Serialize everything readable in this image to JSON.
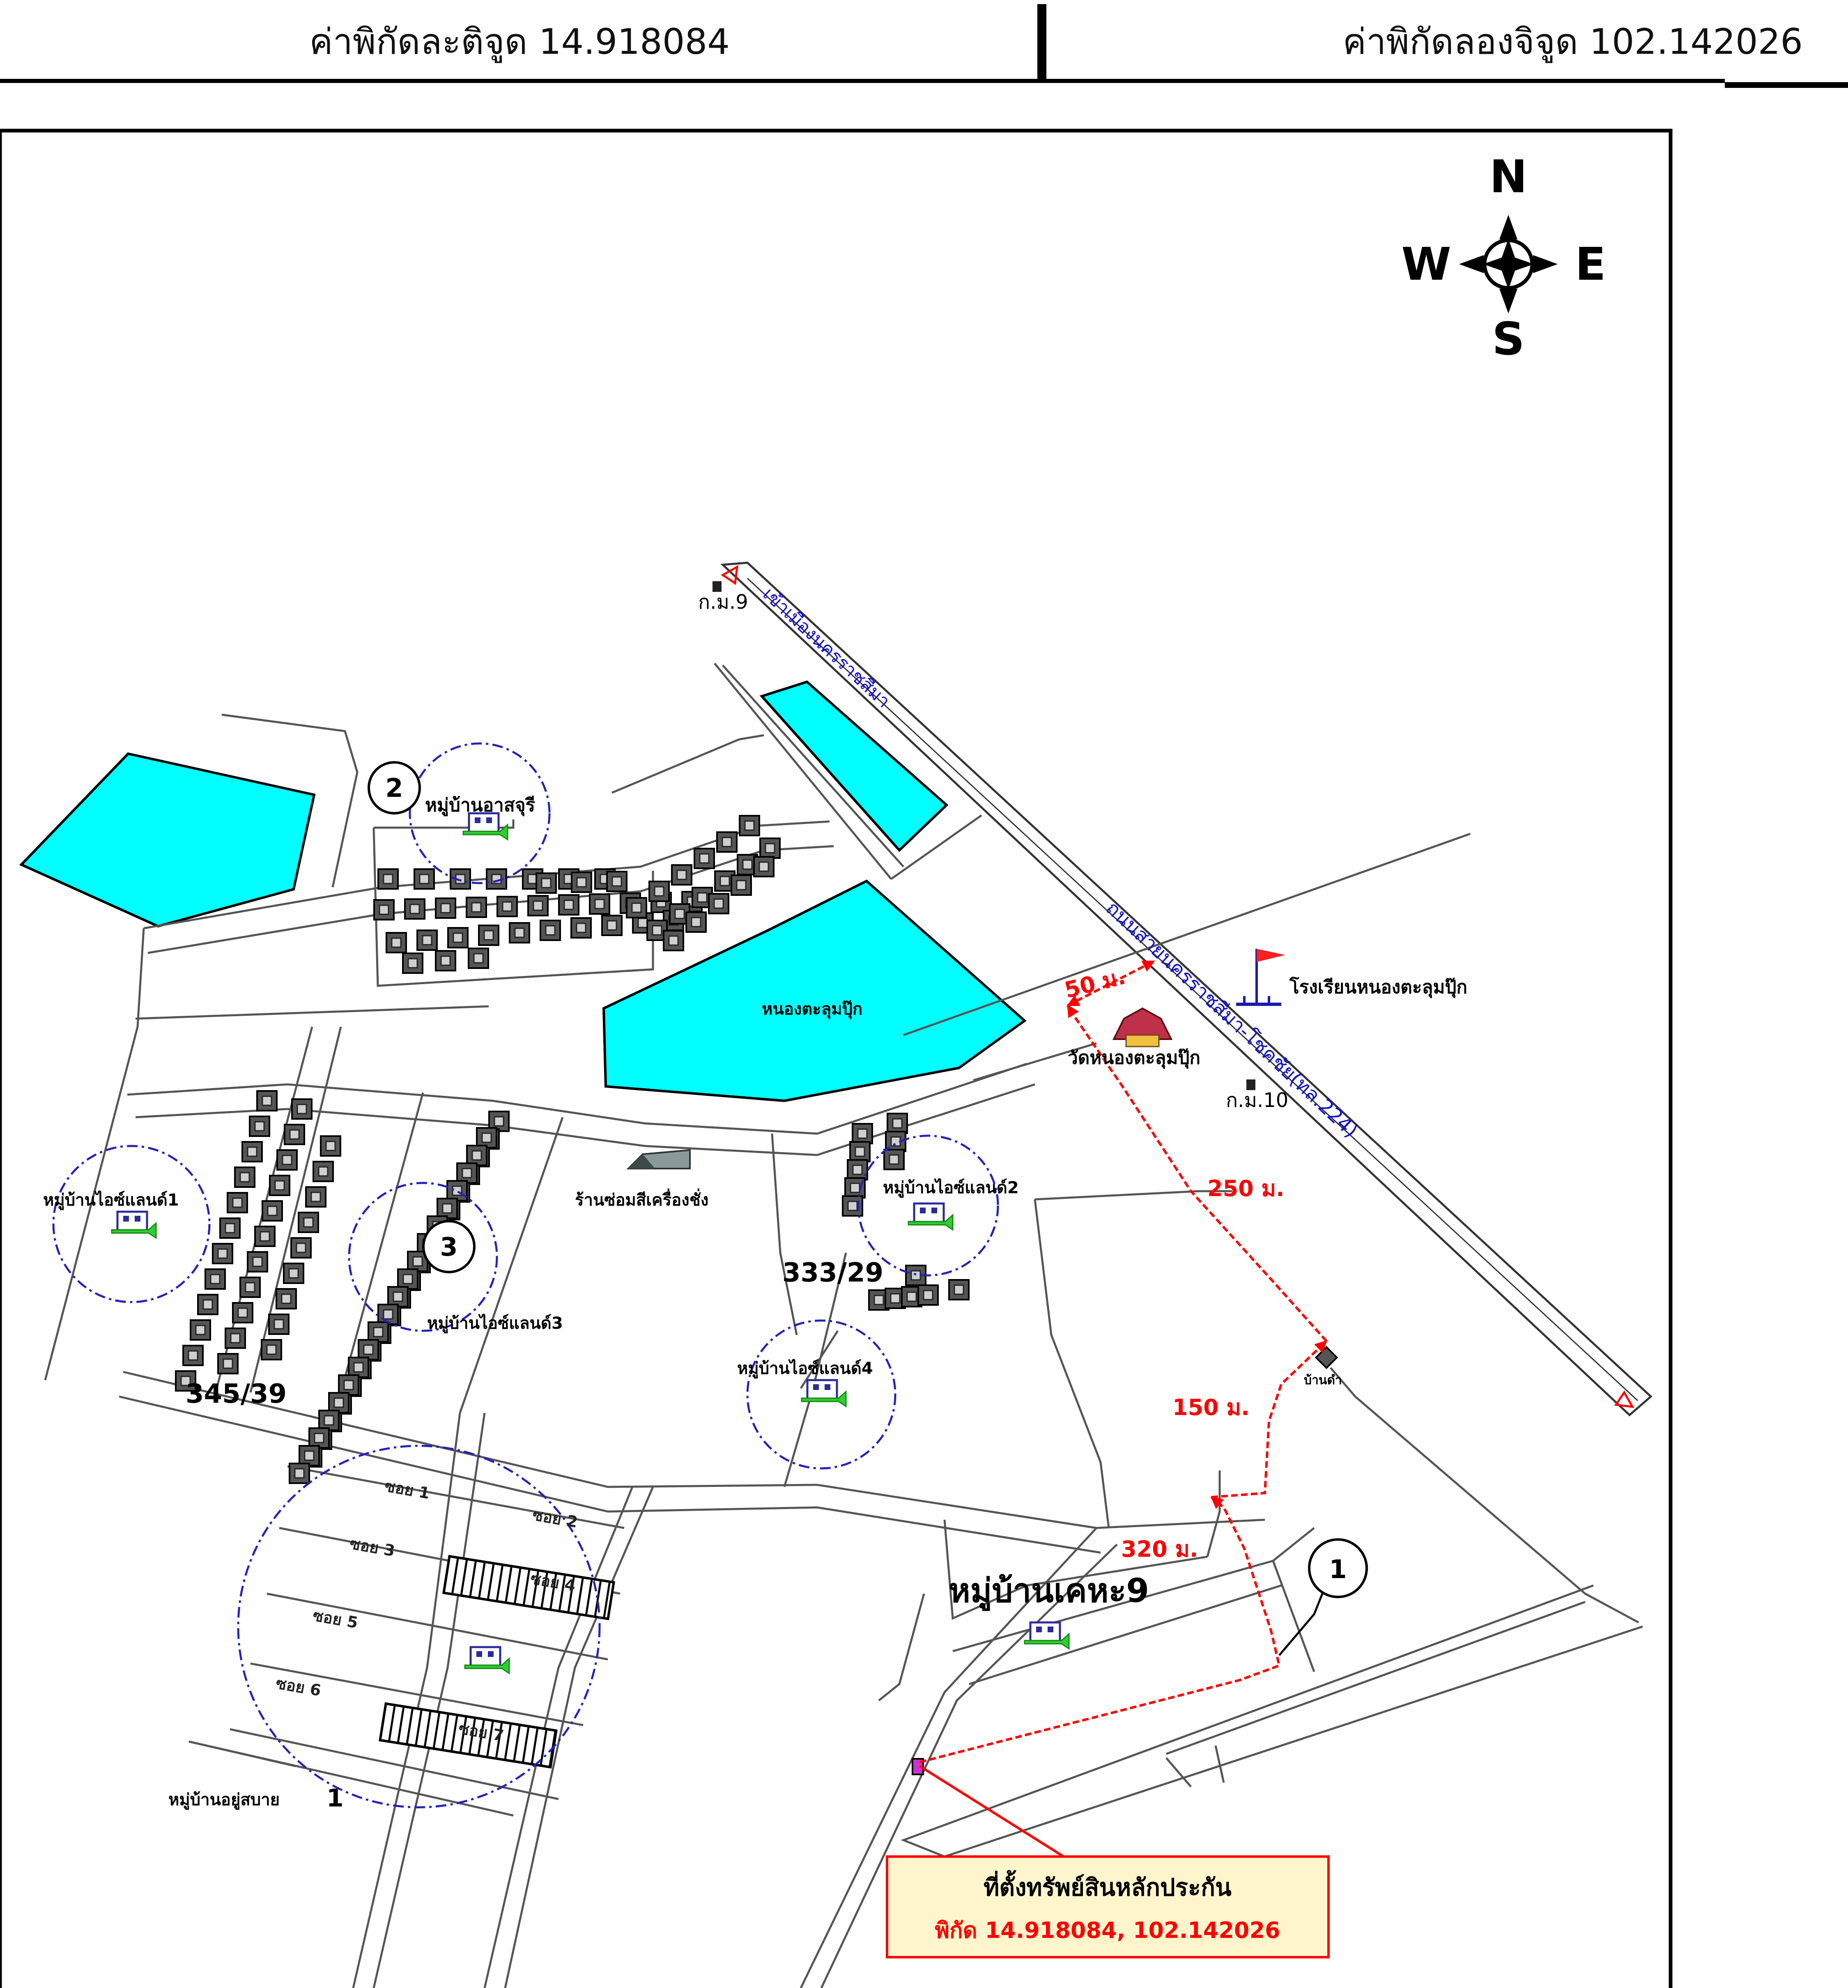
{
  "header": {
    "latitude_label": "ค่าพิกัดละติจูด 14.918084",
    "longitude_label": "ค่าพิกัดลองจิจูด 102.142026"
  },
  "compass": {
    "north": "N",
    "south": "S",
    "east": "E",
    "west": "W"
  },
  "road": {
    "direction_top": "เข้าเมืองนครราชสีมา",
    "highway_name": "ถนนสายนครราชสีมา-โชคชัย(ทล.224)"
  },
  "markers": {
    "km9": "ก.ม.9",
    "km10": "ก.ม.10"
  },
  "places": {
    "village_2": "หมู่บ้านอาสจุรี",
    "pond": "หนองตะลุมปุ๊ก",
    "school": "โรงเรียนหนองตะลุมปุ๊ก",
    "temple": "วัดหนองตะลุมปุ๊ก",
    "village_ideal1": "หมู่บ้านไอซ์แลนด์1",
    "village_ideal2": "หมู่บ้านไอซ์แลนด์2",
    "village_ideal3": "หมู่บ้านไอซ์แลนด์3",
    "village_ideal4": "หมู่บ้านไอซ์แลนด์4",
    "shop": "ร้านซ่อมสีเครื่องชั่ง",
    "village_kheha9": "หมู่บ้านเคหะ9",
    "village_1_name": "หมู่บ้านอยู่สบาย",
    "village_1_num": "1",
    "bld_a": "345/39",
    "bld_b": "333/29",
    "small_house": "บ้านดำ"
  },
  "sois": [
    "ซอย 1",
    "ซอย 2",
    "ซอย 3",
    "ซอย 4",
    "ซอย 5",
    "ซอย 6",
    "ซอย 7"
  ],
  "callouts": [
    "1",
    "2",
    "3"
  ],
  "distances": {
    "d50": "50 ม.",
    "d250": "250 ม.",
    "d150": "150 ม.",
    "d320": "320 ม."
  },
  "property_box": {
    "title": "ที่ตั้งทรัพย์สินหลักประกัน",
    "coords": "พิกัด  14.918084, 102.142026"
  },
  "colors": {
    "water": "#00ffff",
    "route": "#ff0000",
    "circle": "#2222bb",
    "road_label": "#1111cc",
    "property_box_fill": "#fff5cc"
  }
}
